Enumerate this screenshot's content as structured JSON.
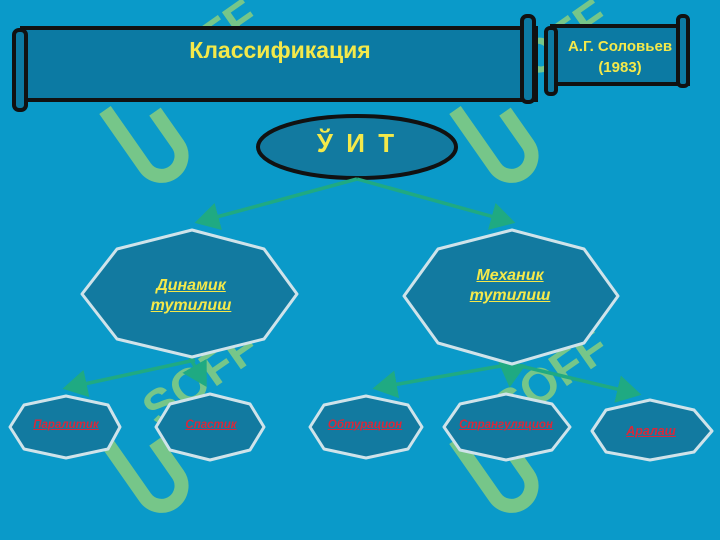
{
  "header": {
    "title": "Классификация",
    "author": "А.Г. Соловьев (1983)"
  },
  "diagram": {
    "root": "Ў И Т",
    "groups": [
      {
        "label": "Динамик тутилиш"
      },
      {
        "label": "Механик тутилиш"
      }
    ],
    "leaves": [
      "Паралитик",
      "Спастик",
      "Обтурацион",
      "Странгуляцион",
      "Аралаш"
    ]
  },
  "watermark": "SOFF",
  "colors": {
    "background": "#0a9ac9",
    "scroll_fill": "#0c7aa3",
    "node_fill": "#127aa0",
    "accent_text": "#f4e94a",
    "leaf_text": "#d8283a",
    "arrow": "#1faa82",
    "watermark": "#d4f06a"
  }
}
